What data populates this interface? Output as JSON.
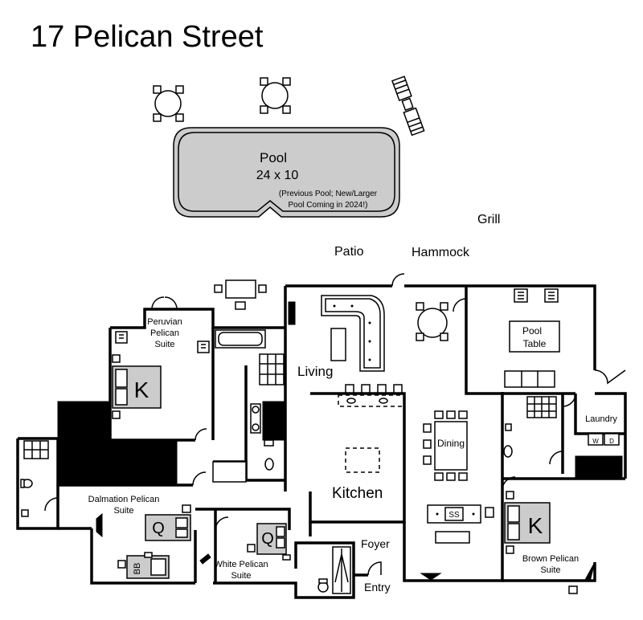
{
  "title": "17 Pelican Street",
  "pool": {
    "name": "Pool",
    "size": "24 x 10",
    "note_line1": "(Previous Pool; New/Larger",
    "note_line2": "Pool Coming in 2024!)"
  },
  "outdoor_labels": {
    "grill": "Grill",
    "patio": "Patio",
    "hammock": "Hammock"
  },
  "rooms": {
    "peruvian_line1": "Peruvian",
    "peruvian_line2": "Pelican",
    "peruvian_line3": "Suite",
    "living": "Living",
    "pool_table_line1": "Pool",
    "pool_table_line2": "Table",
    "laundry": "Laundry",
    "dining": "Dining",
    "kitchen": "Kitchen",
    "dalmation_line1": "Dalmation Pelican",
    "dalmation_line2": "Suite",
    "white_line1": "White Pelican",
    "white_line2": "Suite",
    "foyer": "Foyer",
    "entry": "Entry",
    "brown_line1": "Brown Pelican",
    "brown_line2": "Suite"
  },
  "bed_letters": {
    "peruvian": "K",
    "dalmation": "Q",
    "white": "Q",
    "brown": "K",
    "bunk": "BB"
  },
  "appliances": {
    "washer": "W",
    "dryer": "D",
    "stove": "SS"
  },
  "colors": {
    "pool_fill": "#cccccc",
    "bed_fill": "#cccccc",
    "wall": "#000000"
  }
}
